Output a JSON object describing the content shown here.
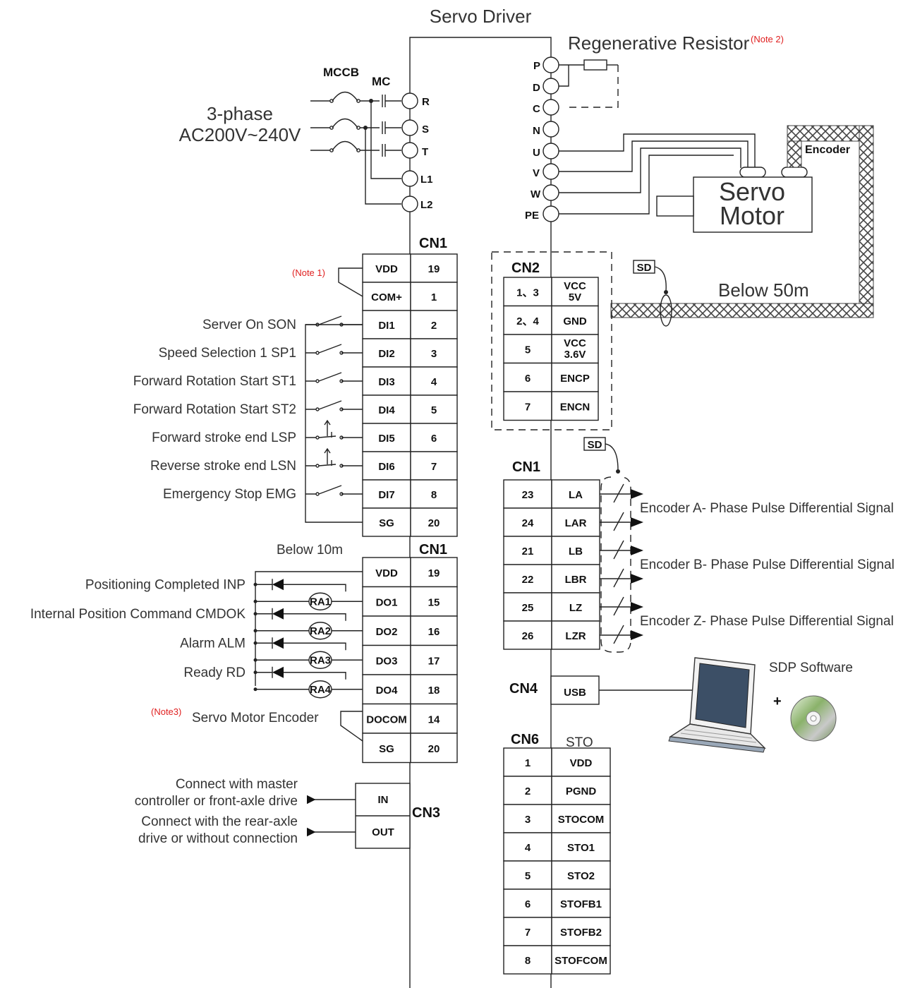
{
  "title": "Servo Driver",
  "power": {
    "supply_line1": "3-phase",
    "supply_line2": "AC200V~240V",
    "mccb_label": "MCCB",
    "mc_label": "MC",
    "terminals_left": [
      "R",
      "S",
      "T",
      "L1",
      "L2"
    ],
    "terminals_right": [
      "P",
      "D",
      "C",
      "N",
      "U",
      "V",
      "W",
      "PE"
    ],
    "regen_resistor": "Regenerative Resistor",
    "regen_note": "(Note 2)"
  },
  "motor": {
    "line1": "Servo",
    "line2": "Motor",
    "encoder_label": "Encoder",
    "cable_length": "Below 50m",
    "shield_label": "SD"
  },
  "cn1_inputs": {
    "header": "CN1",
    "note": "(Note 1)",
    "rows": [
      {
        "name": "VDD",
        "pin": "19",
        "signal": ""
      },
      {
        "name": "COM+",
        "pin": "1",
        "signal": ""
      },
      {
        "name": "DI1",
        "pin": "2",
        "signal": "Server On SON"
      },
      {
        "name": "DI2",
        "pin": "3",
        "signal": "Speed Selection 1 SP1"
      },
      {
        "name": "DI3",
        "pin": "4",
        "signal": "Forward Rotation Start ST1"
      },
      {
        "name": "DI4",
        "pin": "5",
        "signal": "Forward Rotation Start ST2"
      },
      {
        "name": "DI5",
        "pin": "6",
        "signal": "Forward stroke end LSP"
      },
      {
        "name": "DI6",
        "pin": "7",
        "signal": "Reverse stroke end LSN"
      },
      {
        "name": "DI7",
        "pin": "8",
        "signal": "Emergency Stop EMG"
      },
      {
        "name": "SG",
        "pin": "20",
        "signal": ""
      }
    ]
  },
  "cn1_outputs": {
    "header": "CN1",
    "length_note": "Below 10m",
    "note3": "(Note3)",
    "note3_text": "Servo Motor Encoder",
    "rows": [
      {
        "name": "VDD",
        "pin": "19",
        "signal": "",
        "relay": ""
      },
      {
        "name": "DO1",
        "pin": "15",
        "signal": "Positioning Completed INP",
        "relay": "RA1"
      },
      {
        "name": "DO2",
        "pin": "16",
        "signal": "Internal Position Command CMDOK",
        "relay": "RA2"
      },
      {
        "name": "DO3",
        "pin": "17",
        "signal": "Alarm ALM",
        "relay": "RA3"
      },
      {
        "name": "DO4",
        "pin": "18",
        "signal": "Ready RD",
        "relay": "RA4"
      },
      {
        "name": "DOCOM",
        "pin": "14",
        "signal": "",
        "relay": ""
      },
      {
        "name": "SG",
        "pin": "20",
        "signal": "",
        "relay": ""
      }
    ]
  },
  "cn2": {
    "header": "CN2",
    "shield_label": "SD",
    "rows": [
      {
        "pin": "1、3",
        "name1": "VCC",
        "name2": "5V"
      },
      {
        "pin": "2、4",
        "name1": "GND",
        "name2": ""
      },
      {
        "pin": "5",
        "name1": "VCC",
        "name2": "3.6V"
      },
      {
        "pin": "6",
        "name1": "ENCP",
        "name2": ""
      },
      {
        "pin": "7",
        "name1": "ENCN",
        "name2": ""
      }
    ]
  },
  "cn1_encoder_out": {
    "header": "CN1",
    "shield_label": "SD",
    "rows": [
      {
        "pin": "23",
        "name": "LA"
      },
      {
        "pin": "24",
        "name": "LAR"
      },
      {
        "pin": "21",
        "name": "LB"
      },
      {
        "pin": "22",
        "name": "LBR"
      },
      {
        "pin": "25",
        "name": "LZ"
      },
      {
        "pin": "26",
        "name": "LZR"
      }
    ],
    "signals": [
      "Encoder A- Phase Pulse Differential Signal",
      "Encoder B- Phase Pulse Differential Signal",
      "Encoder Z- Phase Pulse Differential Signal"
    ]
  },
  "cn3": {
    "header": "CN3",
    "in_label": "IN",
    "out_label": "OUT",
    "in_text1": "Connect with master",
    "in_text2": "controller or front-axle drive",
    "out_text1": "Connect with the rear-axle",
    "out_text2": "drive or without connection"
  },
  "cn4": {
    "header": "CN4",
    "usb_label": "USB",
    "software": "SDP Software",
    "plus": "+"
  },
  "cn6": {
    "header": "CN6",
    "subtitle": "STO",
    "rows": [
      {
        "pin": "1",
        "name": "VDD"
      },
      {
        "pin": "2",
        "name": "PGND"
      },
      {
        "pin": "3",
        "name": "STOCOM"
      },
      {
        "pin": "4",
        "name": "STO1"
      },
      {
        "pin": "5",
        "name": "STO2"
      },
      {
        "pin": "6",
        "name": "STOFB1"
      },
      {
        "pin": "7",
        "name": "STOFB2"
      },
      {
        "pin": "8",
        "name": "STOFCOM"
      }
    ]
  },
  "colors": {
    "note_red": "#e02020",
    "line": "#222222",
    "cable_hatch": "#444444"
  },
  "icons": [
    "laptop-icon",
    "cd-disc-icon",
    "diode-icon",
    "relay-coil-icon",
    "switch-icon"
  ]
}
